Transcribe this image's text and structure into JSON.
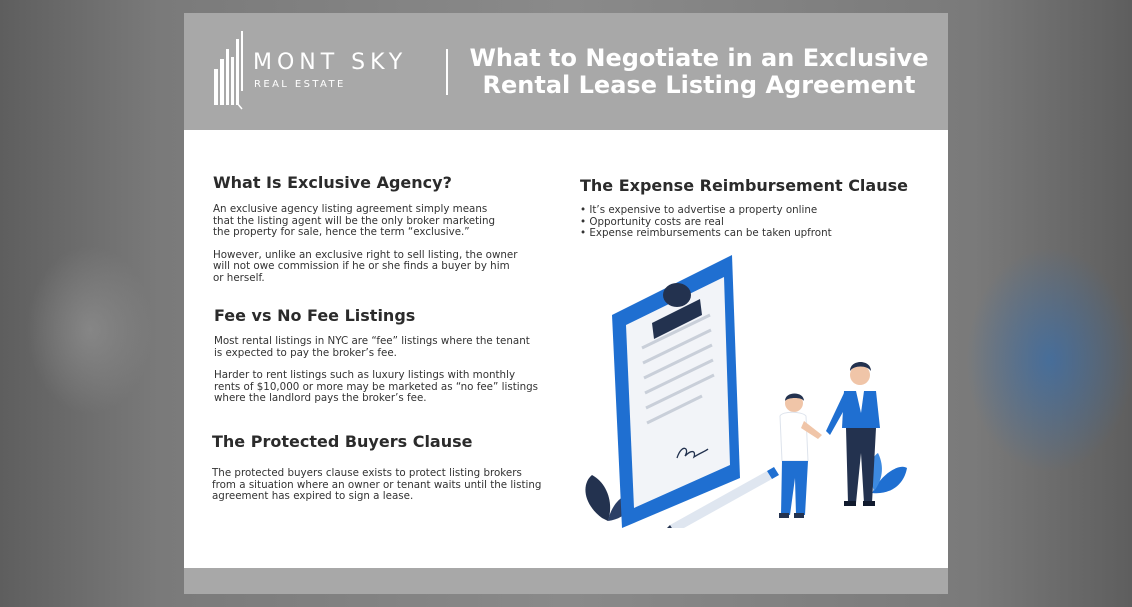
{
  "brand": {
    "name": "MONT SKY",
    "sub": "REAL ESTATE"
  },
  "header": {
    "title_line1": "What to Negotiate in an Exclusive",
    "title_line2": "Rental Lease Listing Agreement"
  },
  "sections": {
    "exclusive_agency": {
      "heading": "What Is Exclusive Agency?",
      "p1": "An exclusive agency listing agreement simply means\nthat the listing agent will be the only broker marketing\nthe property for sale, hence the term “exclusive.”",
      "p2": "However, unlike an exclusive right to sell listing, the owner\nwill not owe commission if he or she finds a buyer by him\nor herself."
    },
    "fee_listings": {
      "heading": "Fee vs No Fee Listings",
      "p1": "Most rental listings in NYC are “fee” listings where the tenant\nis expected to pay the broker’s fee.",
      "p2": "Harder to rent listings such as luxury listings with monthly\nrents of $10,000 or more may be marketed as “no fee” listings\nwhere the landlord pays the broker’s fee."
    },
    "protected_buyers": {
      "heading": "The Protected Buyers Clause",
      "p1": "The protected buyers clause exists to protect listing brokers\nfrom a situation where an owner or tenant waits until the listing\nagreement has expired to sign a lease."
    },
    "expense_reimbursement": {
      "heading": "The Expense Reimbursement Clause",
      "bullets": [
        "• It’s expensive to advertise a property online",
        "• Opportunity costs are real",
        "• Expense reimbursements can be taken upfront"
      ]
    }
  },
  "colors": {
    "header_bg": "#a8a8a8",
    "accent_blue": "#1f6fd1",
    "navy": "#23324f"
  },
  "illustration": {
    "icons": [
      "clipboard-icon",
      "pen-icon",
      "handshake-people-icon",
      "leaf-icon"
    ]
  }
}
